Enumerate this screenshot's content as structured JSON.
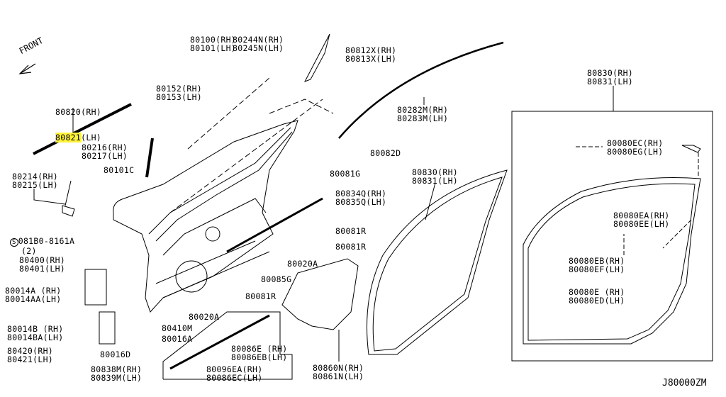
{
  "front_label": "FRONT",
  "diagram_code": "J80000ZM",
  "highlight_color": "#fff23a",
  "labels": {
    "l80820": {
      "a": "80820(RH)",
      "b_hl": "80821",
      "b": "(LH)"
    },
    "l80100": {
      "a": "80100(RH)",
      "b": "80101(LH)"
    },
    "l80244": {
      "a": "80244N(RH)",
      "b": "80245N(LH)"
    },
    "l80812": {
      "a": "80812X(RH)",
      "b": "80813X(LH)"
    },
    "l80152": {
      "a": "80152(RH)",
      "b": "80153(LH)"
    },
    "l80282": {
      "a": "80282M(RH)",
      "b": "80283M(LH)"
    },
    "l80216": {
      "a": "80216(RH)",
      "b": "80217(LH)"
    },
    "l80101c": {
      "a": "80101C"
    },
    "l80214": {
      "a": "80214(RH)",
      "b": "80215(LH)"
    },
    "l80082d": {
      "a": "80082D"
    },
    "l80081g": {
      "a": "80081G"
    },
    "l80830a": {
      "a": "80830(RH)",
      "b": "80831(LH)"
    },
    "l80834": {
      "a": "80834Q(RH)",
      "b": "80835Q(LH)"
    },
    "l80081r1": {
      "a": "80081R"
    },
    "l80081r2": {
      "a": "80081R"
    },
    "l081b0": {
      "a": "081B0-8161A",
      "b": "(2)"
    },
    "l80400": {
      "a": "80400(RH)",
      "b": "80401(LH)"
    },
    "l80020a1": {
      "a": "80020A"
    },
    "l80085g": {
      "a": "80085G"
    },
    "l80081r3": {
      "a": "80081R"
    },
    "l80014a": {
      "a": "80014A (RH)",
      "b": "80014AA(LH)"
    },
    "l80020a2": {
      "a": "80020A"
    },
    "l80410m": {
      "a": "80410M"
    },
    "l80016a": {
      "a": "80016A"
    },
    "l80014b": {
      "a": "80014B (RH)",
      "b": "80014BA(LH)"
    },
    "l80420": {
      "a": "80420(RH)",
      "b": "80421(LH)"
    },
    "l80016d": {
      "a": "80016D"
    },
    "l80086e": {
      "a": "80086E (RH)",
      "b": "80086EB(LH)"
    },
    "l80838": {
      "a": "80838M(RH)",
      "b": "80839M(LH)"
    },
    "l80096": {
      "a": "80096EA(RH)",
      "b": "80086EC(LH)"
    },
    "l80860": {
      "a": "80860N(RH)",
      "b": "80861N(LH)"
    },
    "l80830b": {
      "a": "80830(RH)",
      "b": "80831(LH)"
    },
    "l80080ec": {
      "a": "80080EC(RH)",
      "b": "80080EG(LH)"
    },
    "l80080ea": {
      "a": "80080EA(RH)",
      "b": "80080EE(LH)"
    },
    "l80080eb": {
      "a": "80080EB(RH)",
      "b": "80080EF(LH)"
    },
    "l80080e": {
      "a": "80080E (RH)",
      "b": "80080ED(LH)"
    }
  }
}
